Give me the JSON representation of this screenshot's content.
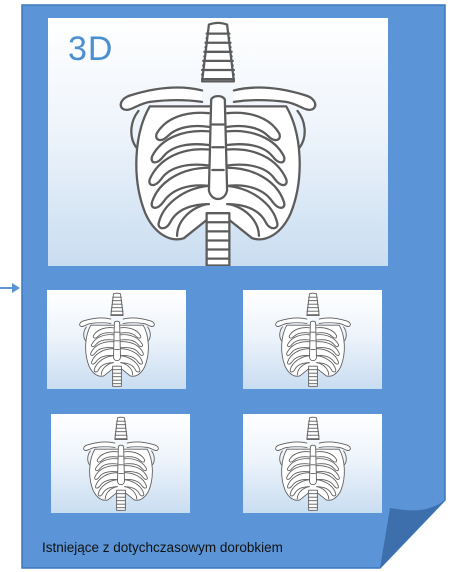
{
  "card": {
    "main_label": "3D",
    "caption": "Istniejące z dotychczasowym dorobkiem",
    "colors": {
      "card_fill": "#5b95d7",
      "card_stroke": "#3c78bf",
      "fold_fill": "#3d6fac",
      "arrow": "#5b95d7"
    }
  },
  "images": {
    "main": "ribcage-skeleton-illustration",
    "thumbnails": [
      "ribcage-thumbnail-1",
      "ribcage-thumbnail-2",
      "ribcage-thumbnail-3",
      "ribcage-thumbnail-4"
    ]
  }
}
